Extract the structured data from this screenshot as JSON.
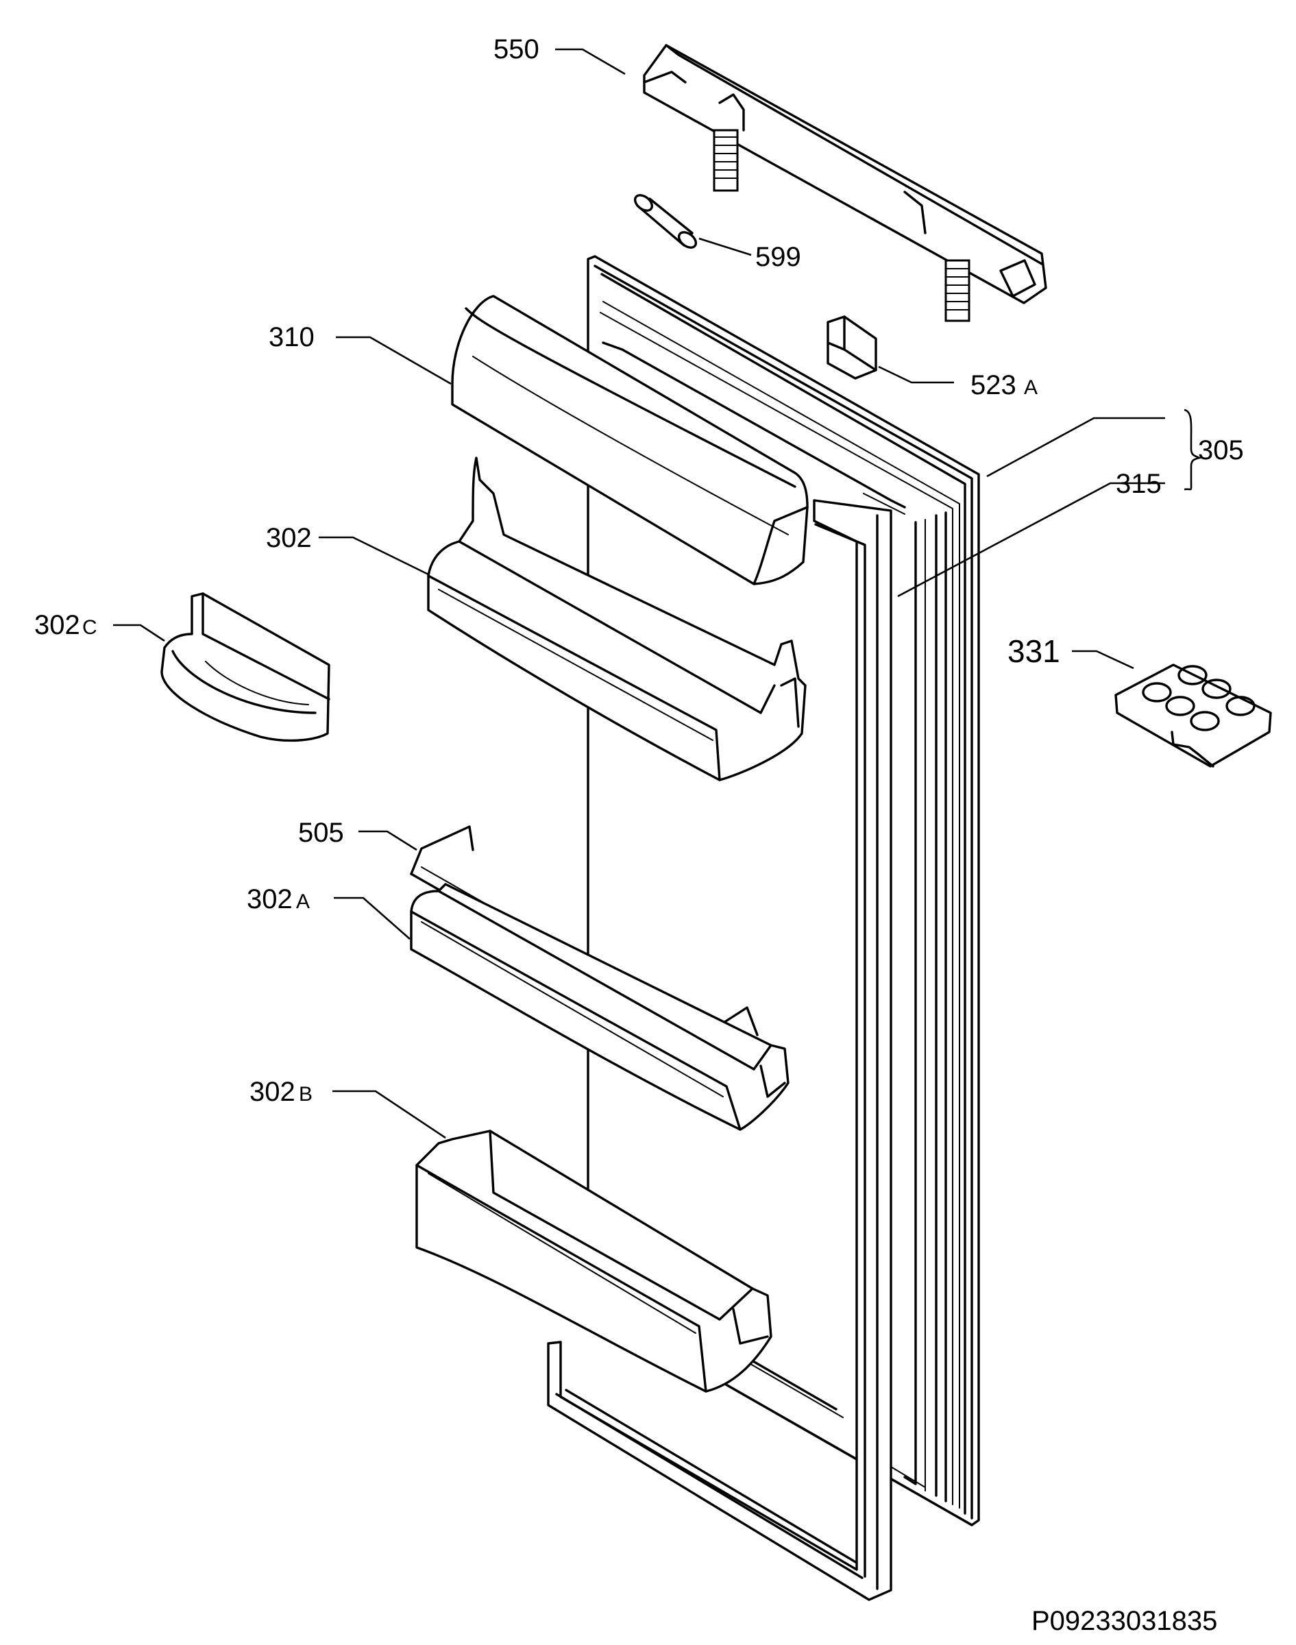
{
  "labels": {
    "l550": "550",
    "l599": "599",
    "l310": "310",
    "l523": "523",
    "l523_suffix": "A",
    "l305": "305",
    "l315": "315",
    "l302": "302",
    "l302c": "302",
    "l302c_suffix": "C",
    "l331": "331",
    "l505": "505",
    "l302a": "302",
    "l302a_suffix": "A",
    "l302b": "302",
    "l302b_suffix": "B"
  },
  "reference_code": "P09233031835"
}
